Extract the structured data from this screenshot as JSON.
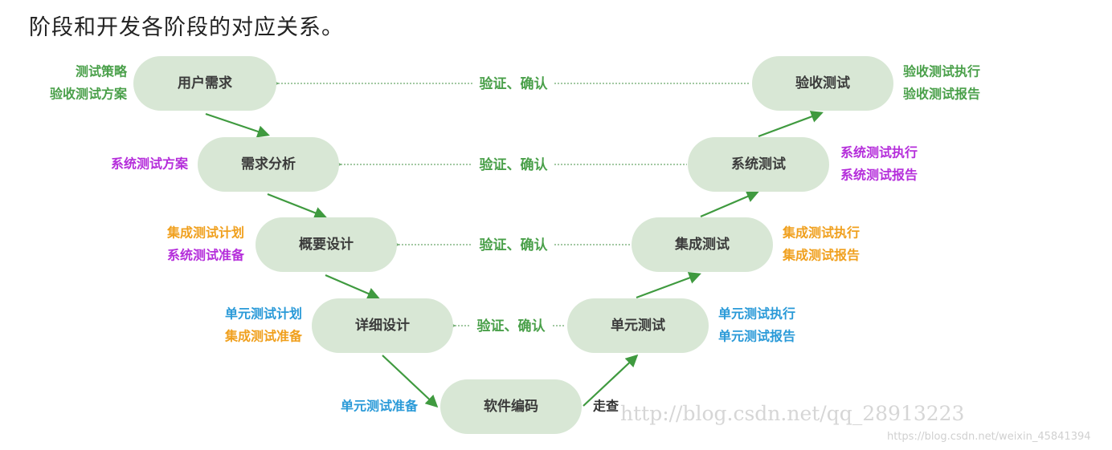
{
  "title": "阶段和开发各阶段的对应关系。",
  "nodes": {
    "user_req": "用户需求",
    "req_analysis": "需求分析",
    "outline_design": "概要设计",
    "detail_design": "详细设计",
    "coding": "软件编码",
    "unit_test": "单元测试",
    "integration_test": "集成测试",
    "system_test": "系统测试",
    "acceptance_test": "验收测试"
  },
  "verify_label": "验证、确认",
  "walkthrough_label": "走查",
  "side_labels": {
    "user_req_1": "测试策略",
    "user_req_2": "验收测试方案",
    "req_analysis_1": "系统测试方案",
    "outline_1": "集成测试计划",
    "outline_2": "系统测试准备",
    "detail_1": "单元测试计划",
    "detail_2": "集成测试准备",
    "coding_1": "单元测试准备",
    "acceptance_1": "验收测试执行",
    "acceptance_2": "验收测试报告",
    "system_1": "系统测试执行",
    "system_2": "系统测试报告",
    "integration_1": "集成测试执行",
    "integration_2": "集成测试报告",
    "unit_1": "单元测试执行",
    "unit_2": "单元测试报告"
  },
  "watermark": "http://blog.csdn.net/qq_28913223",
  "watermark_small": "https://blog.csdn.net/weixin_45841394",
  "colors": {
    "node_fill": "#d8e7d5",
    "green": "#4aa04a",
    "purple": "#b52edb",
    "orange": "#f0a01e",
    "blue": "#2a9ad8"
  }
}
